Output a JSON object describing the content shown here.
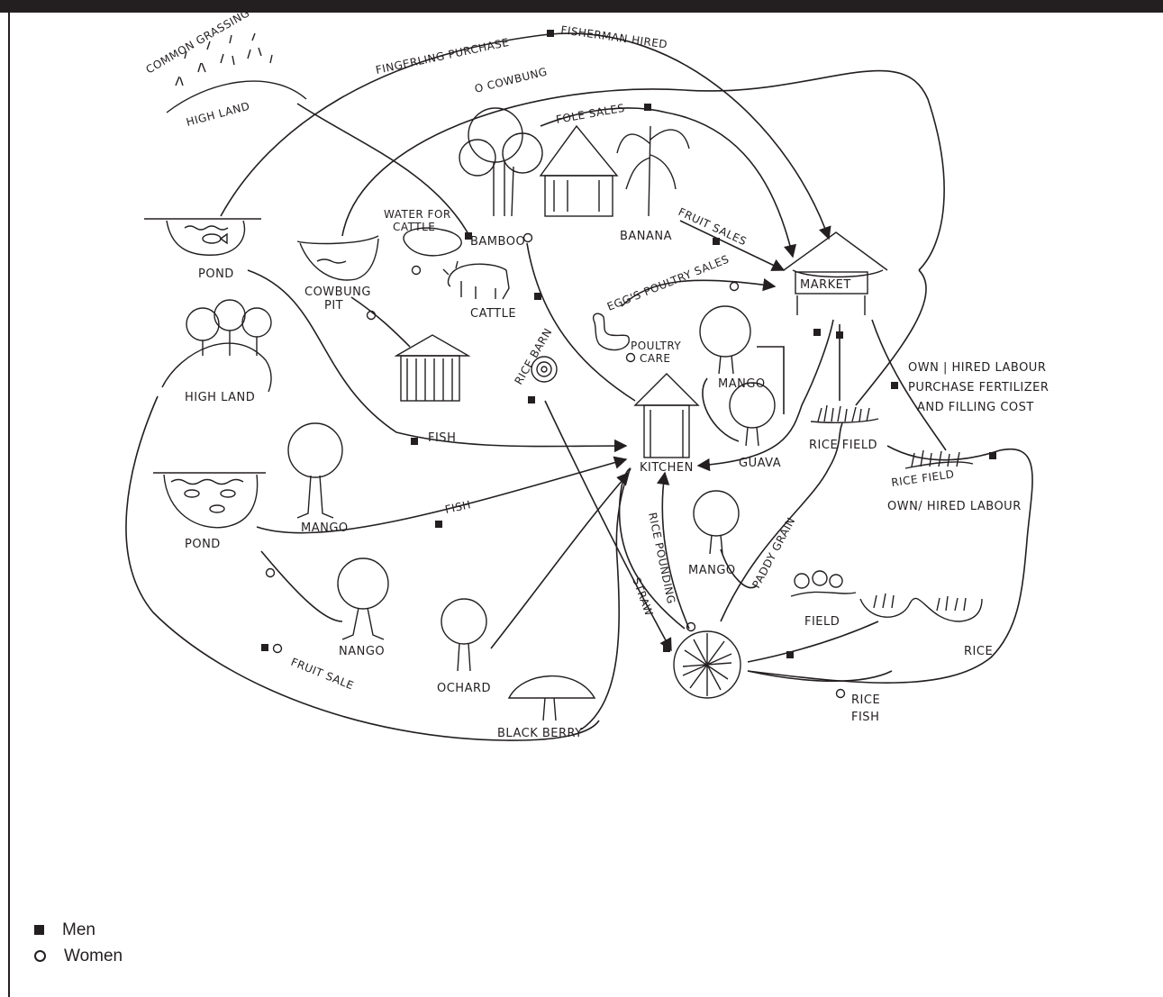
{
  "labels": {
    "common_grassing": "COMMON GRASSING",
    "high_land_top": "HIGH LAND",
    "fingerling_purchase": "FINGERLING PURCHASE",
    "fisherman_hired": "FISHERMAN HIRED",
    "cowbung_top": "O COWBUNG",
    "fole_sales": "FOLE SALES",
    "water_for_cattle_1": "WATER FOR",
    "water_for_cattle_2": "CATTLE",
    "bamboo": "BAMBOO",
    "banana": "BANANA",
    "fruit_sales": "FRUIT SALES",
    "pond_top": "POND",
    "cowbung_pit_1": "COWBUNG",
    "cowbung_pit_2": "PIT",
    "cattle": "CATTLE",
    "eggs_poultry_sales": "EGG'S POULTRY SALES",
    "market": "MARKET",
    "poultry_care_1": "POULTRY",
    "poultry_care_2": "CARE",
    "rice_barn": "RICE BARN",
    "high_land_mid": "HIGH LAND",
    "mango_near_kitchen": "MANGO",
    "own_hired_labour_top_1": "OWN | HIRED LABOUR",
    "own_hired_labour_top_2": "PURCHASE FERTILIZER",
    "own_hired_labour_top_3": "AND FILLING COST",
    "fish_upper": "FISH",
    "kitchen": "KITCHEN",
    "guava": "GUAVA",
    "rice_field_right": "RICE FIELD",
    "rice_field_lower": "RICE FIELD",
    "own_hired_labour_lower": "OWN/ HIRED LABOUR",
    "fish_lower": "FISH",
    "mango_left": "MANGO",
    "pond_lower": "POND",
    "rice_pounding": "RICE POUNDING",
    "straw": "STRAW",
    "mango_center": "MANGO",
    "paddy_grain": "PADDY GRAIN",
    "field": "FIELD",
    "rice": "RICE",
    "nango": "NANGO",
    "fruit_sale": "FRUIT SALE",
    "ochard": "OCHARD",
    "black_berry": "BLACK BERRY",
    "rice_fish_1": "RICE",
    "rice_fish_2": "FISH"
  },
  "legend": {
    "men": "Men",
    "women": "Women"
  }
}
